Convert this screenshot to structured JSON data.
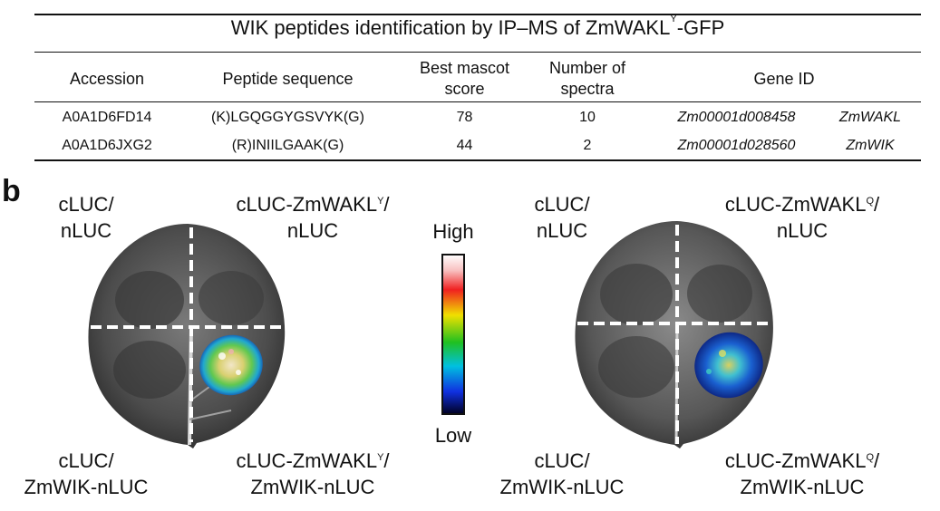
{
  "table": {
    "title_prefix": "WIK peptides identification by IP–MS of ZmWAKL",
    "title_sup": "Y",
    "title_suffix": "-GFP",
    "headers": {
      "accession": "Accession",
      "peptide": "Peptide sequence",
      "mascot_1": "Best mascot",
      "mascot_2": "score",
      "spectra_1": "Number of",
      "spectra_2": "spectra",
      "gene": "Gene ID"
    },
    "rows": [
      {
        "accession": "A0A1D6FD14",
        "peptide": "(K)LGQGGYGSVYK(G)",
        "score": "78",
        "spectra": "10",
        "gene_id": "Zm00001d008458",
        "gene_name": "ZmWAKL"
      },
      {
        "accession": "A0A1D6JXG2",
        "peptide": "(R)INIILGAAK(G)",
        "score": "44",
        "spectra": "2",
        "gene_id": "Zm00001d028560",
        "gene_name": "ZmWIK"
      }
    ]
  },
  "panel_b": {
    "letter": "b",
    "left": {
      "tl_1": "cLUC/",
      "tl_2": "nLUC",
      "tr_1": "cLUC-ZmWAKL",
      "tr_sup": "Y",
      "tr_2": "/",
      "tr_3": "nLUC",
      "bl_1": "cLUC/",
      "bl_2": "ZmWIK-nLUC",
      "br_1": "cLUC-ZmWAKL",
      "br_sup": "Y",
      "br_2": "/",
      "br_3": "ZmWIK-nLUC"
    },
    "right": {
      "tl_1": "cLUC/",
      "tl_2": "nLUC",
      "tr_1": "cLUC-ZmWAKL",
      "tr_sup": "Q",
      "tr_2": "/",
      "tr_3": "nLUC",
      "bl_1": "cLUC/",
      "bl_2": "ZmWIK-nLUC",
      "br_1": "cLUC-ZmWAKL",
      "br_sup": "Q",
      "br_2": "/",
      "br_3": "ZmWIK-nLUC"
    },
    "colorbar": {
      "high": "High",
      "low": "Low"
    }
  }
}
